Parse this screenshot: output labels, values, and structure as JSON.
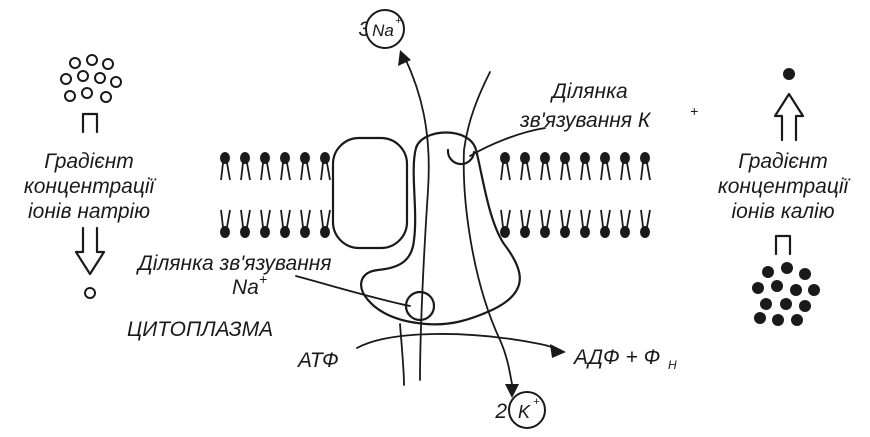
{
  "labels": {
    "na_out": "3",
    "na_out_ion": "Na",
    "na_out_charge": "+",
    "k_site_line1": "Ділянка",
    "k_site_line2": "зв'язування К",
    "k_site_charge": "+",
    "na_gradient_line1": "Градієнт",
    "na_gradient_line2": "концентрації",
    "na_gradient_line3": "іонів натрію",
    "k_gradient_line1": "Градієнт",
    "k_gradient_line2": "концентрації",
    "k_gradient_line3": "іонів калію",
    "na_site_line1": "Ділянка зв'язування",
    "na_site_line2": "Na",
    "na_site_charge": "+",
    "cytoplasm": "ЦИТОПЛАЗМА",
    "atp": "АТФ",
    "adp": "АДФ + Ф",
    "adp_sub": "Н",
    "k_in": "2",
    "k_in_ion": "K",
    "k_in_charge": "+"
  }
}
